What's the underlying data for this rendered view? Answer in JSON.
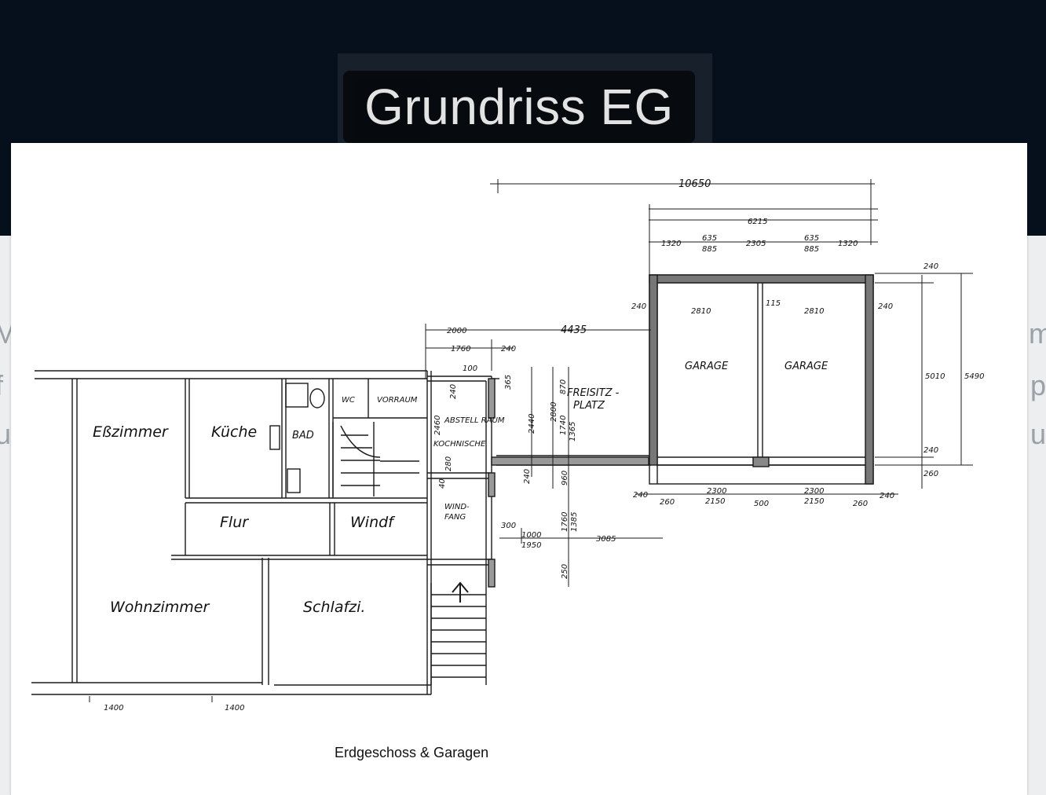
{
  "caption": {
    "title": "Grundriss EG"
  },
  "background": {
    "top_color": "#06101c",
    "page_color": "#eceeef",
    "edge_left_letters": [
      "M",
      "f",
      "u"
    ],
    "edge_right_letters": [
      "m",
      "p",
      "u"
    ]
  },
  "floorplan": {
    "caption": "Erdgeschoss & Garagen",
    "rooms": {
      "esszimmer": "Eßzimmer",
      "kueche": "Küche",
      "bad": "BAD",
      "wc": "WC",
      "vorratsraum": "VORRAUM",
      "abstellraum": "ABSTELL RAUM",
      "kochnische": "KOCHNISCHE",
      "freisitzplatz_1": "FREISITZ -",
      "freisitzplatz_2": "PLATZ",
      "flur": "Flur",
      "windf": "Windf",
      "windfang_1": "WIND-",
      "windfang_2": "FANG",
      "wohnzimmer": "Wohnzimmer",
      "schlafzimmer": "Schlafzi.",
      "garage_left": "GARAGE",
      "garage_right": "GARAGE"
    },
    "dimensions": {
      "total_width": "10650",
      "garage_width": "6215",
      "seg_1320_left": "1320",
      "seg_635_left": "635",
      "seg_885_left": "885",
      "seg_2305": "2305",
      "seg_635_right": "635",
      "seg_885_right": "885",
      "seg_1320_right": "1320",
      "dim_2000": "2000",
      "dim_4435": "4435",
      "dim_1760_top": "1760",
      "dim_240_top": "240",
      "garage_inner_left": "2810",
      "garage_inner_right": "2810",
      "garage_wall_mid": "115",
      "garage_wall_left": "240",
      "garage_wall_right": "240",
      "garage_depth": "5490",
      "garage_inner_depth": "5010",
      "garage_wall_top": "240",
      "garage_wall_bottom": "240",
      "garage_bottom_small": "260",
      "garage_door_left_1": "2300",
      "garage_door_left_2": "2150",
      "garage_door_right_1": "2300",
      "garage_door_right_2": "2150",
      "garage_pillar": "500",
      "garage_corner_left": "240",
      "garage_corner_left_b": "260",
      "garage_corner_right": "260",
      "garage_corner_right_b": "240",
      "terrace_2440": "2440",
      "terrace_2800": "2800",
      "terrace_1740": "1740",
      "terrace_1365": "1365",
      "terrace_870": "870",
      "terrace_365": "365",
      "terrace_240": "240",
      "terrace_960": "960",
      "terrace_1760": "1760",
      "terrace_1385": "1385",
      "terrace_250": "250",
      "terrace_300": "300",
      "terrace_1000": "1000",
      "terrace_1950": "1950",
      "terrace_3085": "3085",
      "abstell_100": "100",
      "abstell_240": "240",
      "abstell_2460": "2460",
      "abstell_280": "280",
      "abstell_40": "40",
      "window_left": "1400",
      "window_right": "1400"
    }
  }
}
